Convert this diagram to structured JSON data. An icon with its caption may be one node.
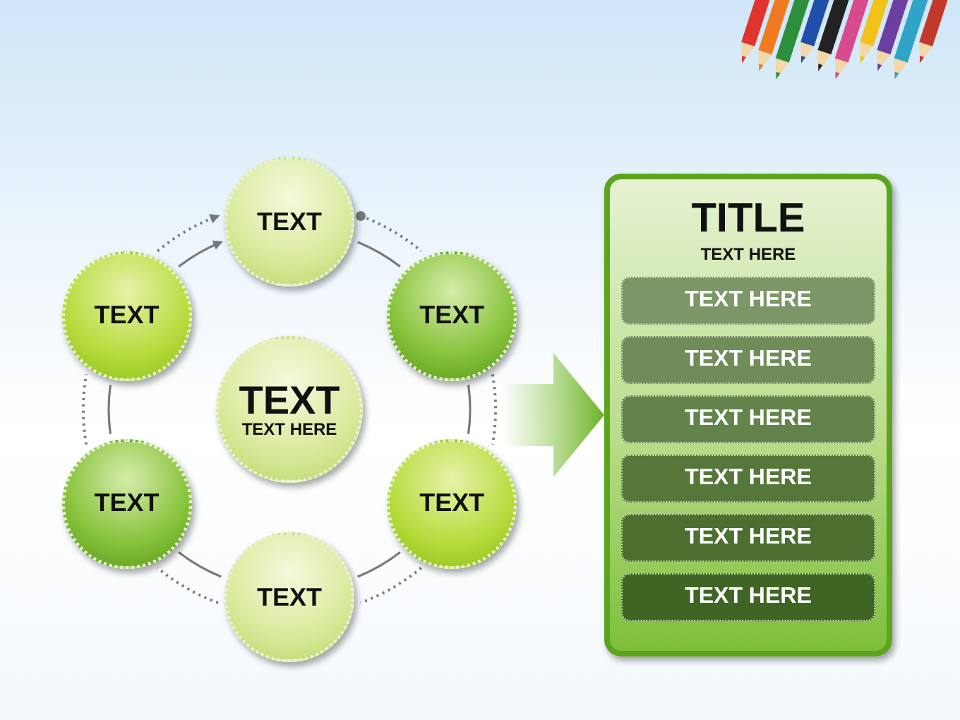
{
  "diagram": {
    "nodes": [
      {
        "text": [
          "TEXT"
        ]
      },
      {
        "text": [
          "TEXT"
        ]
      },
      {
        "text": [
          "TEXT"
        ]
      },
      {
        "text": [
          "TEXT"
        ]
      },
      {
        "text": [
          "TEXT"
        ]
      },
      {
        "text": [
          "TEXT"
        ]
      },
      {
        "text": [
          "TEXT",
          "TEXT HERE"
        ]
      },
      {
        "text": [
          "TITLE",
          "TEXT HERE"
        ]
      },
      {
        "text": [
          "TEXT HERE"
        ],
        "in": 7
      },
      {
        "text": [
          "TEXT HERE"
        ],
        "in": 7
      },
      {
        "text": [
          "TEXT HERE"
        ],
        "in": 7
      },
      {
        "text": [
          "TEXT HERE"
        ],
        "in": 7
      },
      {
        "text": [
          "TEXT HERE"
        ],
        "in": 7
      },
      {
        "text": [
          "TEXT HERE"
        ],
        "in": 7
      }
    ],
    "edges": [
      {
        "from": 5,
        "to": 0,
        "arrow": "to"
      },
      {
        "from": 5,
        "to": 0,
        "arrow": "to",
        "style": "dashed"
      },
      {
        "from": 0,
        "to": 1,
        "arrow": "none"
      },
      {
        "from": 0,
        "to": 1,
        "arrow": "other",
        "style": "dashed"
      },
      {
        "from": 1,
        "to": 2,
        "arrow": "none"
      },
      {
        "from": 1,
        "to": 2,
        "arrow": "none",
        "style": "dashed"
      },
      {
        "from": 2,
        "to": 3,
        "arrow": "none"
      },
      {
        "from": 2,
        "to": 3,
        "arrow": "none",
        "style": "dashed"
      },
      {
        "from": 3,
        "to": 4,
        "arrow": "none"
      },
      {
        "from": 3,
        "to": 4,
        "arrow": "none",
        "style": "dashed"
      },
      {
        "from": 4,
        "to": 5,
        "arrow": "none"
      },
      {
        "from": 4,
        "to": 5,
        "arrow": "none",
        "style": "dashed"
      },
      {
        "from": null,
        "to": 7,
        "arrow": "to",
        "style": "thick"
      }
    ]
  }
}
